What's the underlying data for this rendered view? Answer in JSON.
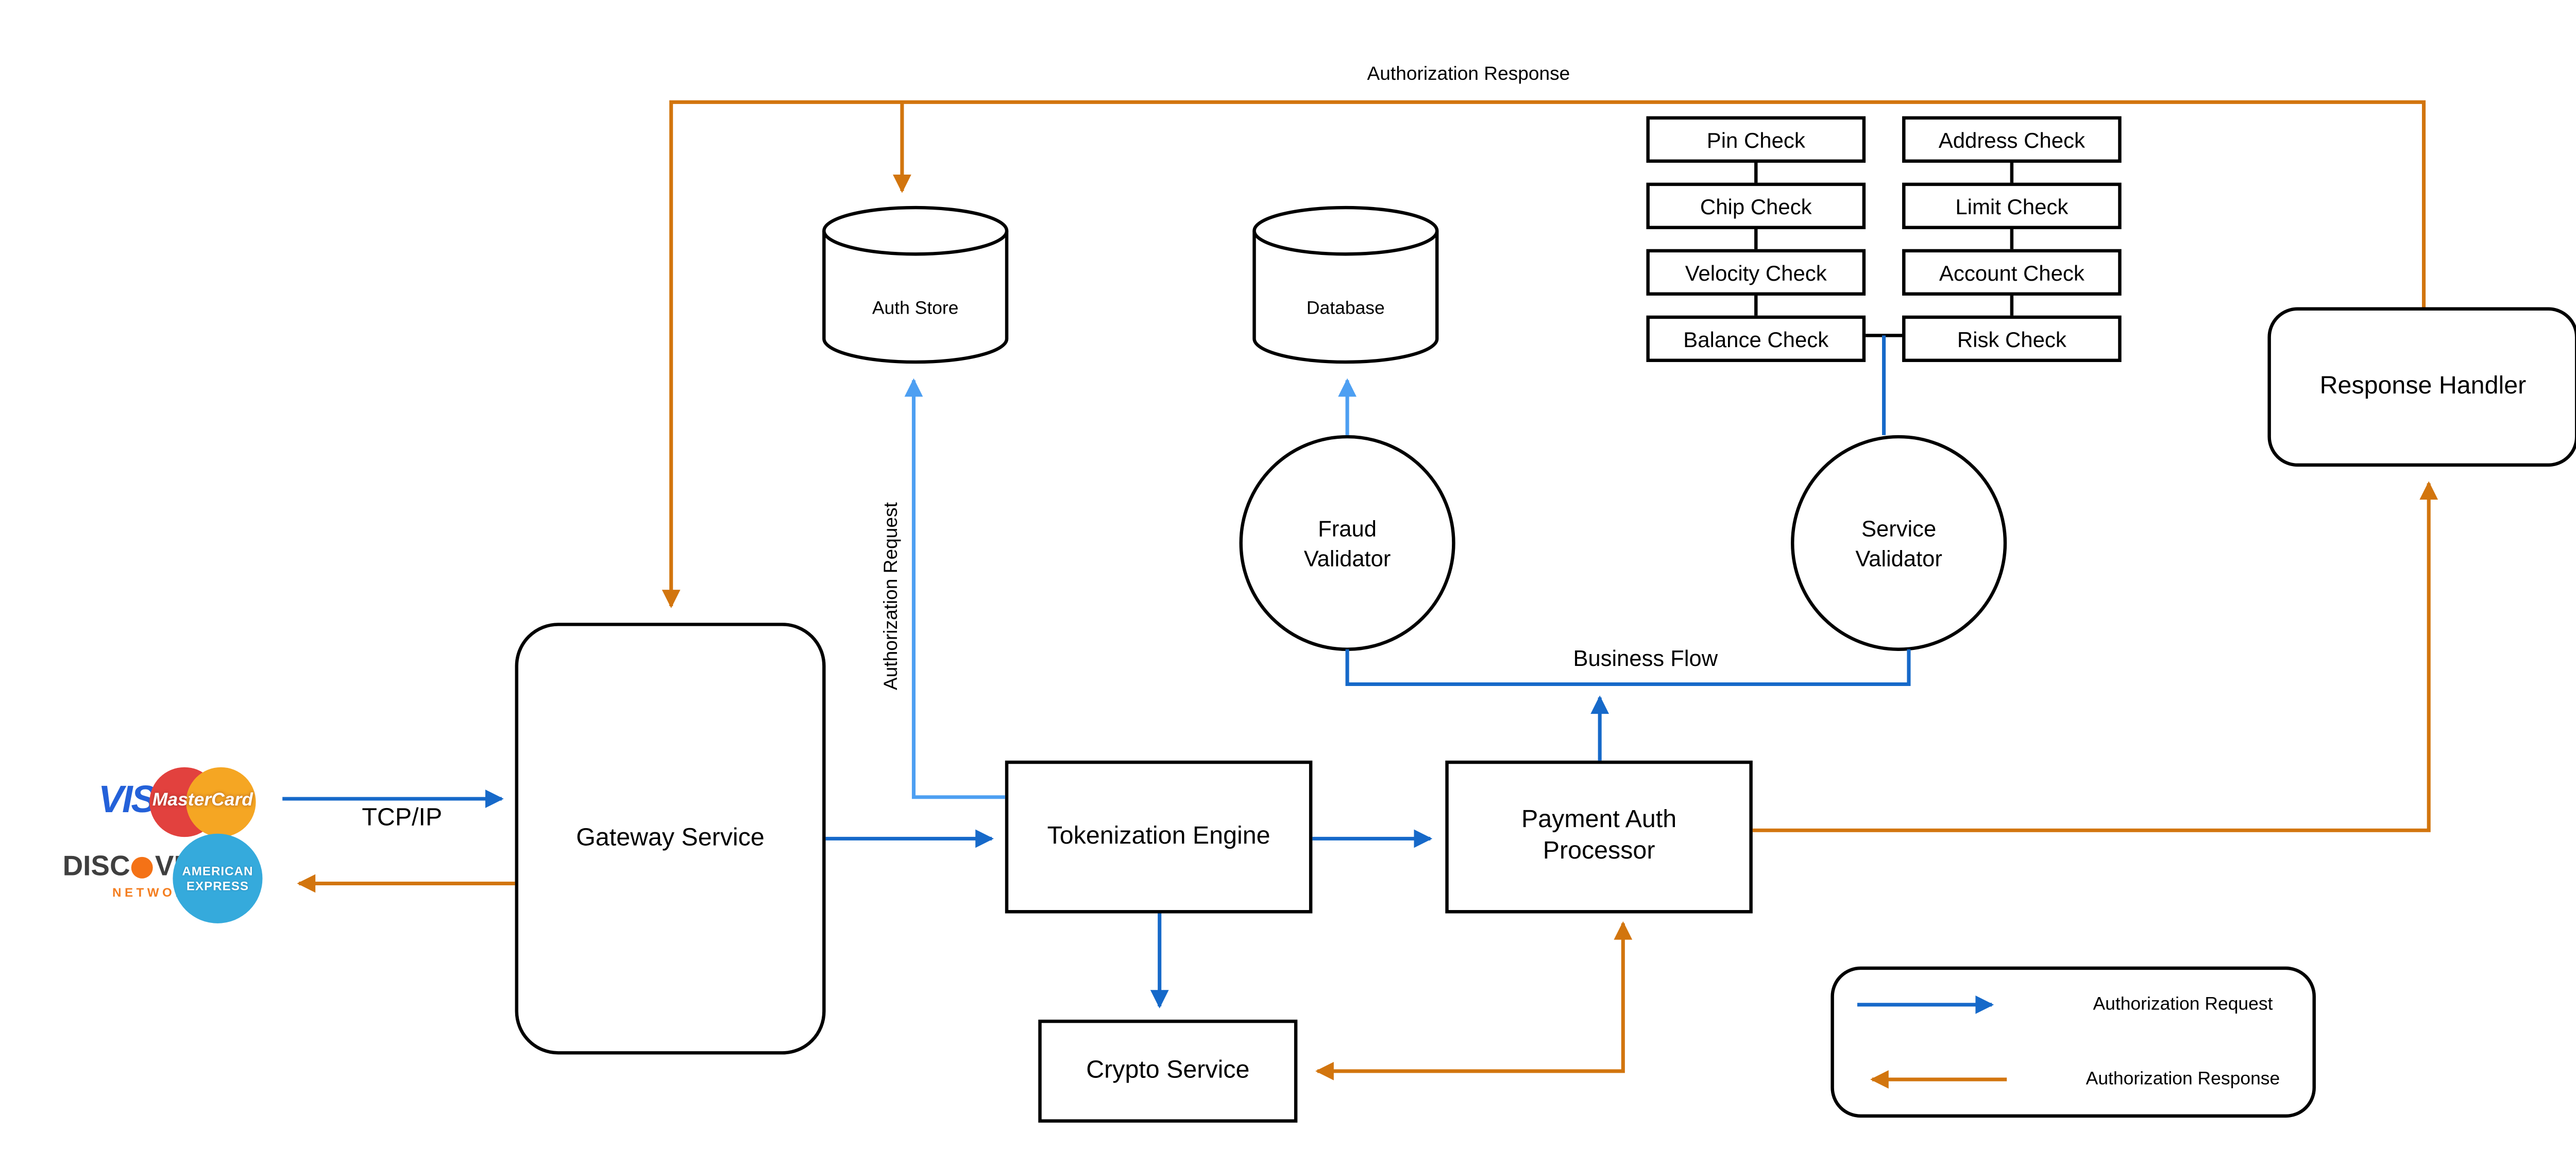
{
  "colors": {
    "request_blue": "#1669C9",
    "light_blue": "#4D9FF2",
    "response_orange": "#D2750E",
    "shape_stroke": "#000000"
  },
  "nodes": {
    "gateway_service": {
      "label": "Gateway Service"
    },
    "tokenization_engine": {
      "label": "Tokenization Engine"
    },
    "payment_auth_processor": {
      "line1": "Payment Auth",
      "line2": "Processor"
    },
    "crypto_service": {
      "label": "Crypto Service"
    },
    "response_handler": {
      "label": "Response Handler"
    },
    "auth_store": {
      "label": "Auth Store"
    },
    "database": {
      "label": "Database"
    },
    "fraud_validator": {
      "line1": "Fraud",
      "line2": "Validator"
    },
    "service_validator": {
      "line1": "Service",
      "line2": "Validator"
    }
  },
  "checks": {
    "left": [
      "Pin Check",
      "Chip Check",
      "Velocity Check",
      "Balance Check"
    ],
    "right": [
      "Address Check",
      "Limit Check",
      "Account Check",
      "Risk Check"
    ]
  },
  "edge_labels": {
    "tcp_ip": "TCP/IP",
    "authorization_request": "Authorization Request",
    "authorization_response": "Authorization Response",
    "business_flow": "Business Flow"
  },
  "legend": {
    "request_label": "Authorization Request",
    "response_label": "Authorization Response"
  },
  "card_logos": {
    "visa": "VISA",
    "mastercard": "MasterCard",
    "discover": "DISCOVER",
    "discover_sub": "NETWORK",
    "amex_line1": "AMERICAN",
    "amex_line2": "EXPRESS"
  }
}
